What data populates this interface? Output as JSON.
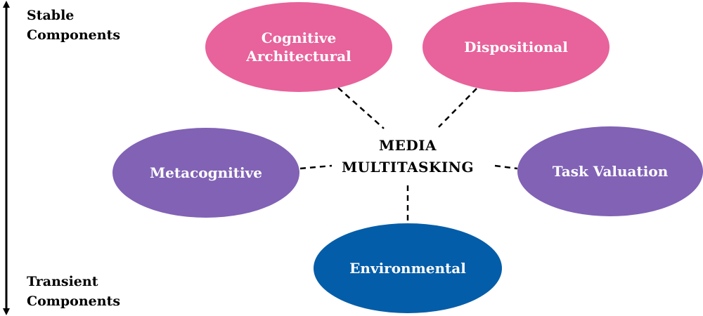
{
  "center": {
    "line1": "MEDIA",
    "line2": "MULTITASKING"
  },
  "nodes": {
    "cognitive_architectural": {
      "label": "Cognitive\nArchitectural",
      "color": "#e8629b"
    },
    "dispositional": {
      "label": "Dispositional",
      "color": "#e8629b"
    },
    "metacognitive": {
      "label": "Metacognitive",
      "color": "#8162b5"
    },
    "task_valuation": {
      "label": "Task Valuation",
      "color": "#8162b5"
    },
    "environmental": {
      "label": "Environmental",
      "color": "#045da8"
    }
  },
  "axis": {
    "top_line1": "Stable",
    "top_line2": "Components",
    "bottom_line1": "Transient",
    "bottom_line2": "Components"
  }
}
